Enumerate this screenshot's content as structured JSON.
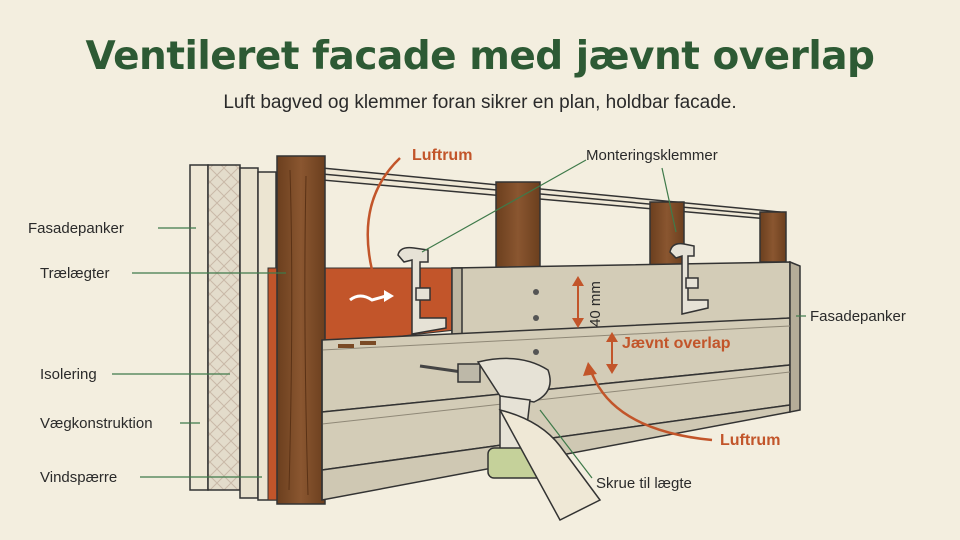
{
  "header": {
    "title": "Ventileret facade med jævnt overlap",
    "subtitle": "Luft bagved og klemmer foran sikrer en plan, holdbar facade."
  },
  "labels": {
    "left": [
      "Fasadepanker",
      "Trælægter",
      "Isolering",
      "Vægkonstruktion",
      "Vindspærre"
    ],
    "luftrum_top": "Luftrum",
    "monteringsklemmer": "Monteringsklemmer",
    "fasadepanker_right": "Fasadepanker",
    "overlap": "Jævnt overlap",
    "luftrum_bottom": "Luftrum",
    "skrue": "Skrue til lægte",
    "dimension": "40 mm"
  },
  "colors": {
    "title": "#2d5a34",
    "accent": "#c2552a",
    "leader": "#3f7a4a",
    "wood": "#7a4a25",
    "panel": "#cfc8b3"
  },
  "icons": [
    "arrow-icon",
    "clip-icon",
    "drill-icon",
    "screw-icon"
  ]
}
